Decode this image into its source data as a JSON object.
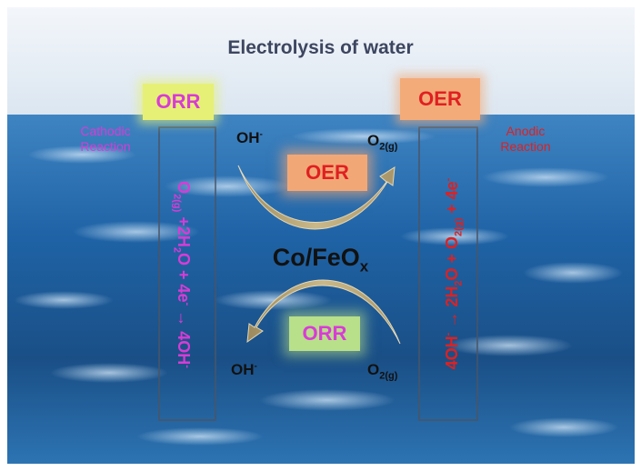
{
  "title": "Electrolysis of water",
  "left": {
    "label": "ORR",
    "side_line1": "Cathodic",
    "side_line2": "Reaction",
    "equation": {
      "o": "O",
      "o_sub": "2(g)",
      "mid": " +2H",
      "h_sub": "2",
      "rest": "O + 4e",
      "e_sup": "-",
      "product": " → 4OH",
      "product_sup": "-"
    }
  },
  "right": {
    "label": "OER",
    "side_line1": "Anodic",
    "side_line2": "Reaction",
    "equation": {
      "reactant": "4OH",
      "reactant_sup": "-",
      "arrow": " → 2H",
      "h_sub": "2",
      "o_part": "O + O",
      "o_sub": "2(g)",
      "rest": " + 4e",
      "e_sup": "-"
    }
  },
  "center": {
    "oer_label": "OER",
    "orr_label": "ORR",
    "catalyst_main": "Co/FeO",
    "catalyst_sub": "x",
    "oh_top": "OH",
    "oh_top_sup": "-",
    "o2_top": "O",
    "o2_top_sub": "2(g)",
    "oh_bottom": "OH",
    "oh_bottom_sup": "-",
    "o2_bottom": "O",
    "o2_bottom_sub": "2(g)"
  },
  "colors": {
    "orr_text": "#d93bd6",
    "oer_text": "#e02020",
    "orr_highlight": "#e6f076",
    "oer_highlight": "#f3ab7a",
    "arrow_fill": "#b9a677",
    "sky": "#eef3f8",
    "sea": "#1f5f9c"
  }
}
